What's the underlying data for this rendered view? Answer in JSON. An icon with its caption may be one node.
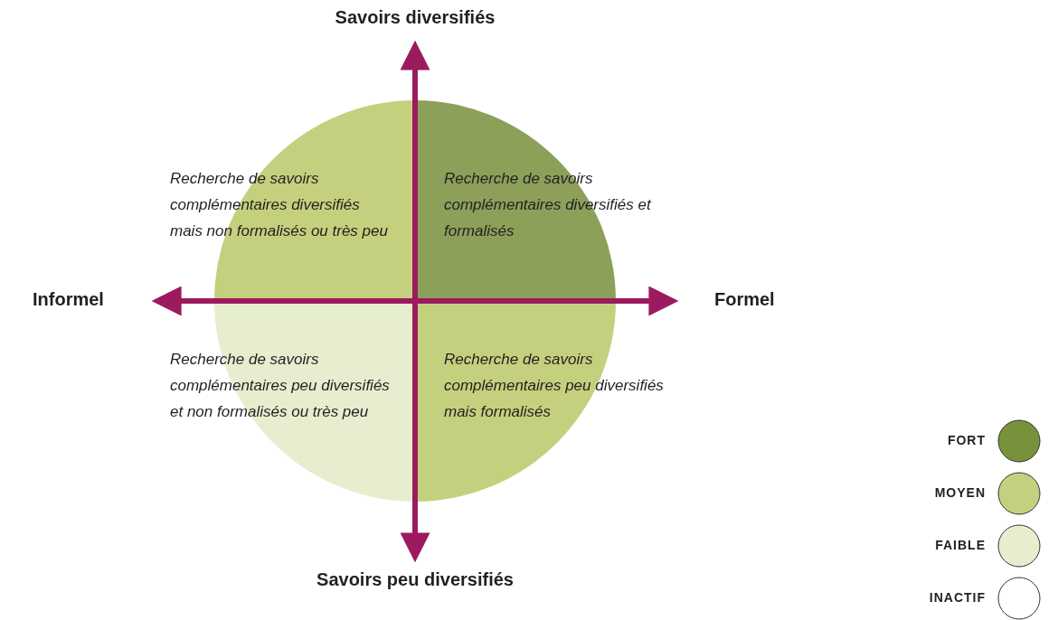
{
  "diagram": {
    "nodes": [
      {
        "text": [
          "Recherche de savoirs complémentaires diversifiés mais non formalisés ou très peu"
        ]
      },
      {
        "text": [
          "Recherche de savoirs complémentaires diversifiés et formalisés"
        ]
      },
      {
        "text": [
          "Recherche de savoirs complémentaires peu diversifiés et non formalisés ou très peu"
        ]
      },
      {
        "text": [
          "Recherche de savoirs complémentaires peu diversifiés mais formalisés"
        ]
      }
    ],
    "labels": [
      "Savoirs diversifiés",
      "Informel",
      "Formel",
      "Savoirs peu diversifiés"
    ],
    "legend": [
      {
        "text": "FORT",
        "color": "#78923c"
      },
      {
        "text": "MOYEN",
        "color": "#c5d07e"
      },
      {
        "text": "FAIBLE",
        "color": "#e7eecf"
      },
      {
        "text": "INACTIF",
        "color": "#ffffff"
      }
    ]
  }
}
